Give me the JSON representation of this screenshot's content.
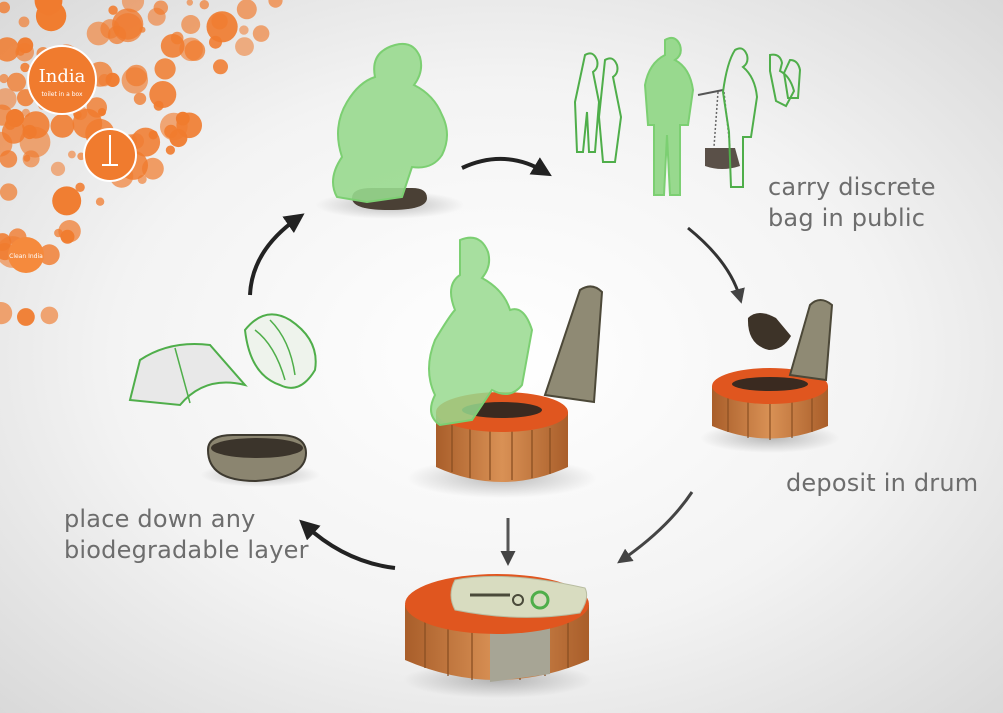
{
  "logo": {
    "title": "India",
    "subtitle": "toilet in a box",
    "side_text": "Clean India"
  },
  "steps": {
    "carry": [
      "carry discrete",
      "bag in public"
    ],
    "deposit": [
      "deposit in drum"
    ],
    "place": [
      "place down any",
      "biodegradable layer"
    ]
  },
  "colors": {
    "figure_green": "#98d98e",
    "figure_outline": "#4fae4a",
    "drum_lid_orange": "#e0561f",
    "drum_wood": "#c77a3c",
    "logo_orange": "#f07b2e",
    "text_gray": "#6d6d6d"
  }
}
